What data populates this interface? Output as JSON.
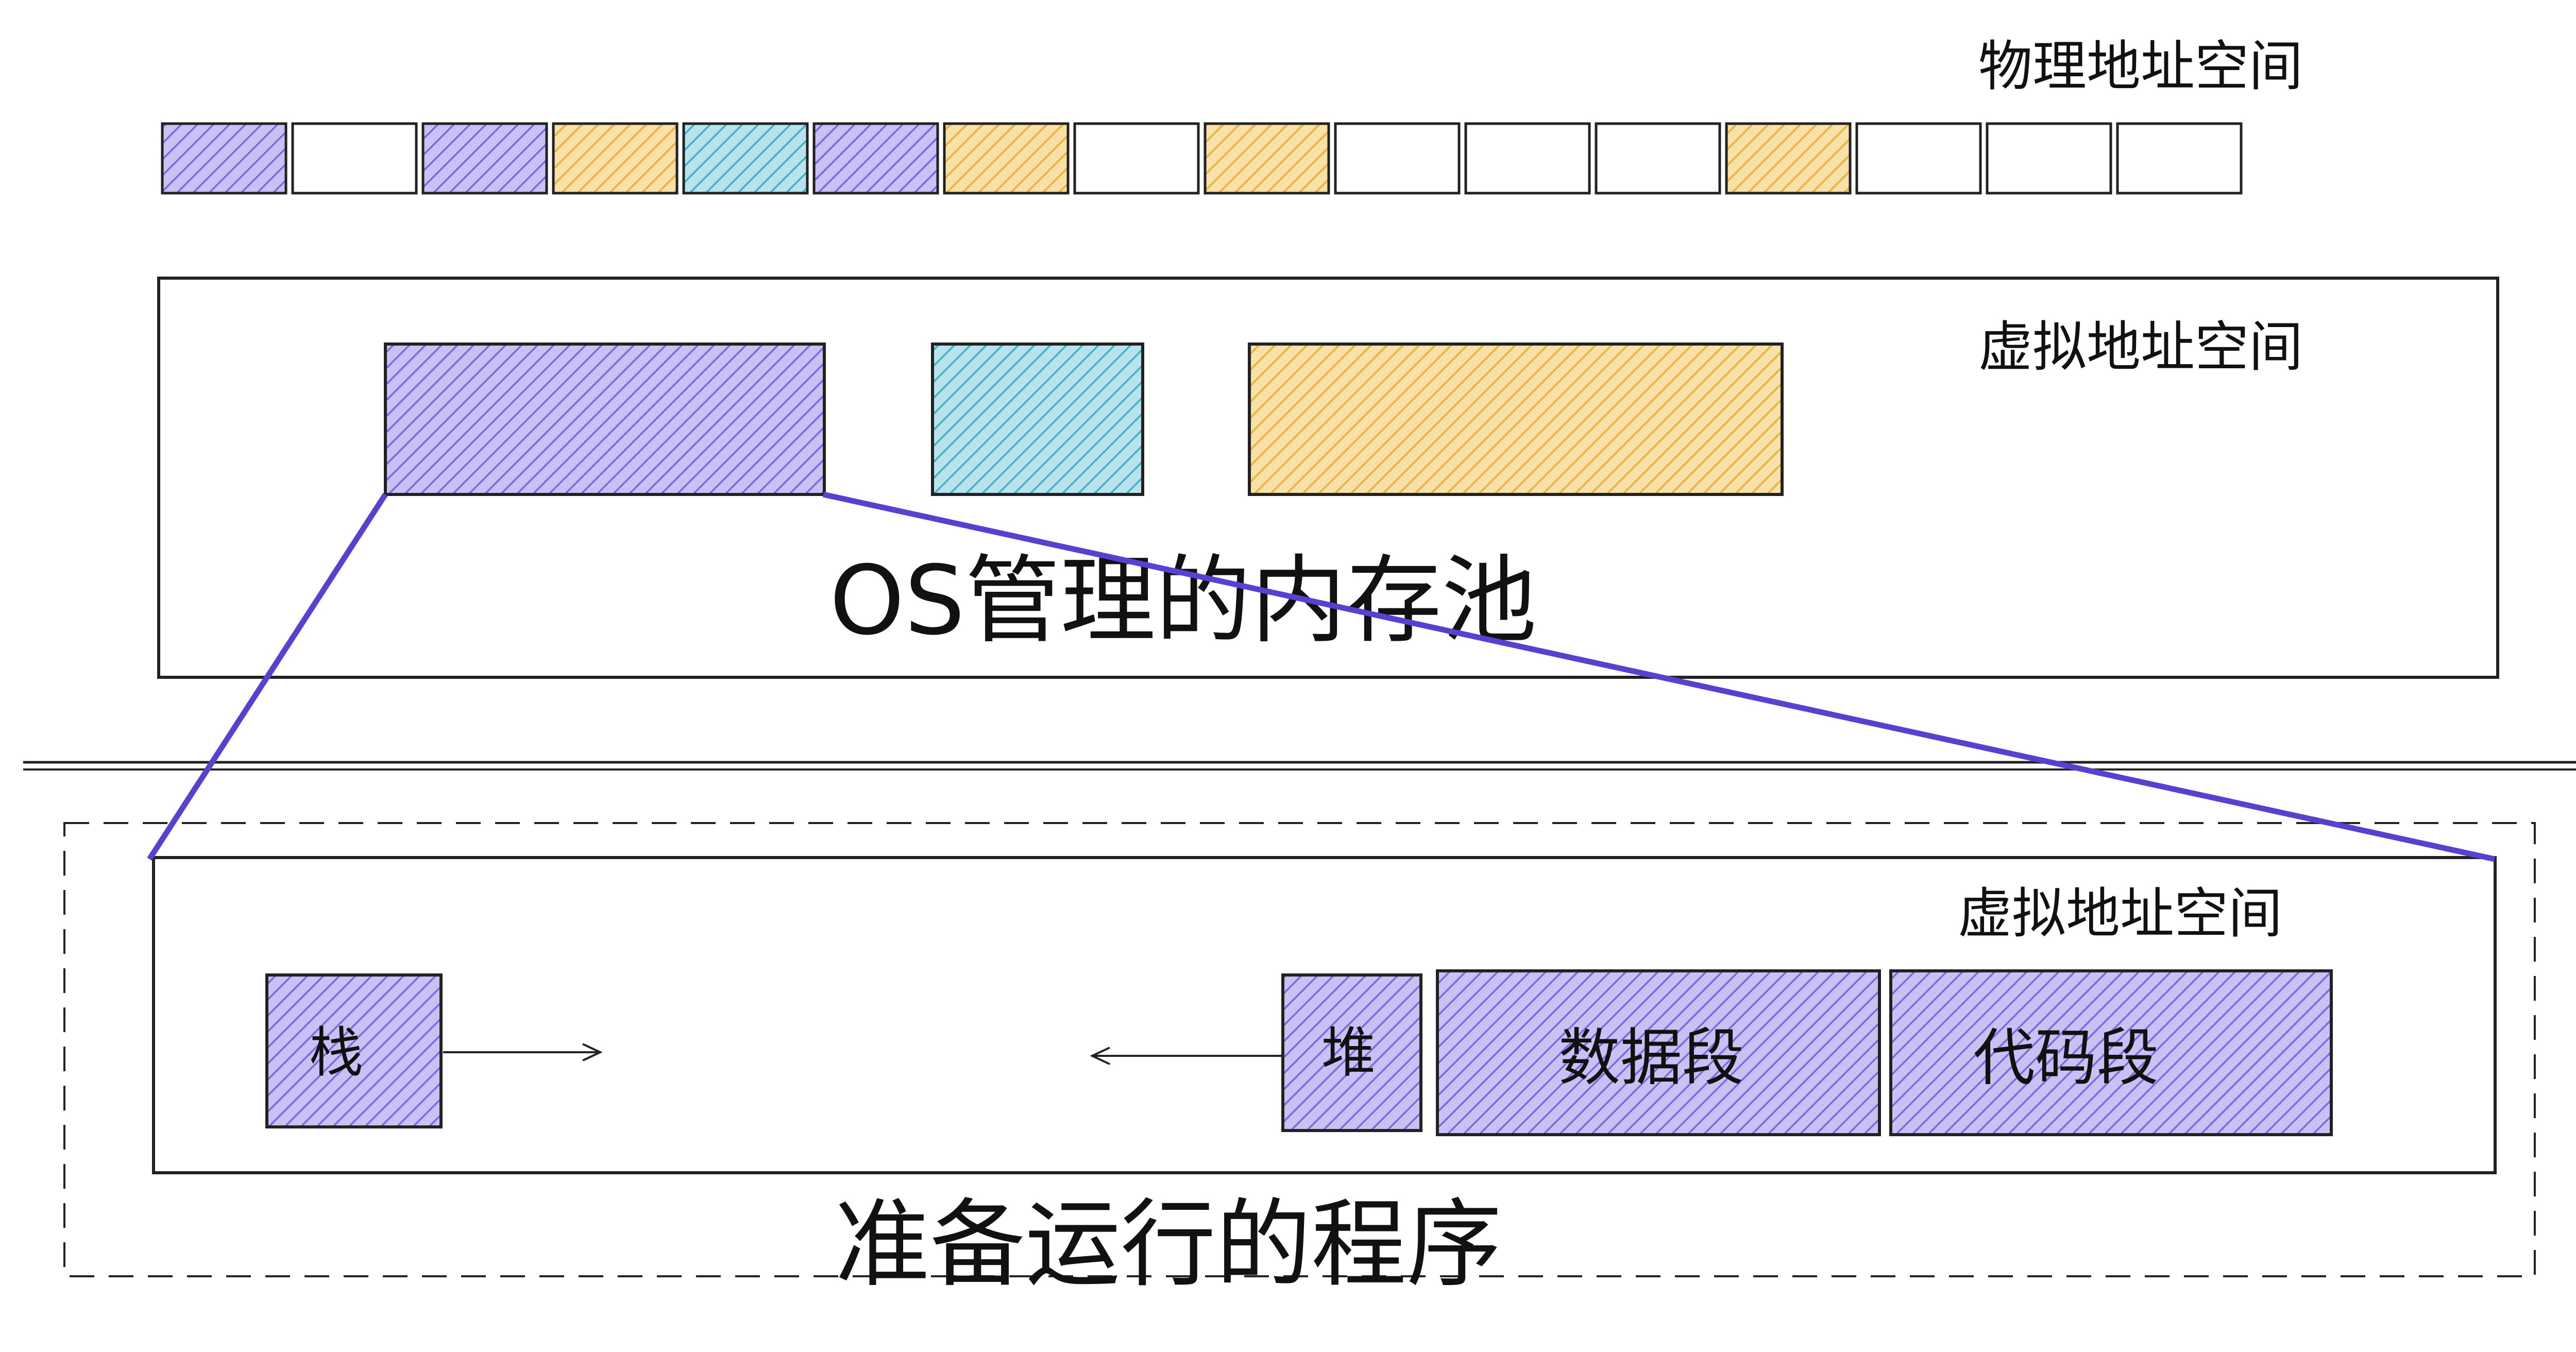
{
  "colors": {
    "purple": "#9b8be6",
    "teal": "#6cc3d5",
    "yellow": "#f2c55c",
    "stroke": "#222222",
    "connector": "#5a3fd0"
  },
  "physical": {
    "title": "物理地址空间",
    "cells": [
      "purple",
      "white",
      "purple",
      "yellow",
      "teal",
      "purple",
      "yellow",
      "white",
      "yellow",
      "white",
      "white",
      "white",
      "yellow",
      "white",
      "white",
      "white"
    ]
  },
  "os_pool": {
    "vas_title": "虚拟地址空间",
    "caption": "OS管理的内存池",
    "blocks": [
      "purple",
      "teal",
      "yellow"
    ]
  },
  "program": {
    "vas_title": "虚拟地址空间",
    "caption": "准备运行的程序",
    "segments": {
      "stack": "栈",
      "heap": "堆",
      "data": "数据段",
      "code": "代码段"
    }
  }
}
